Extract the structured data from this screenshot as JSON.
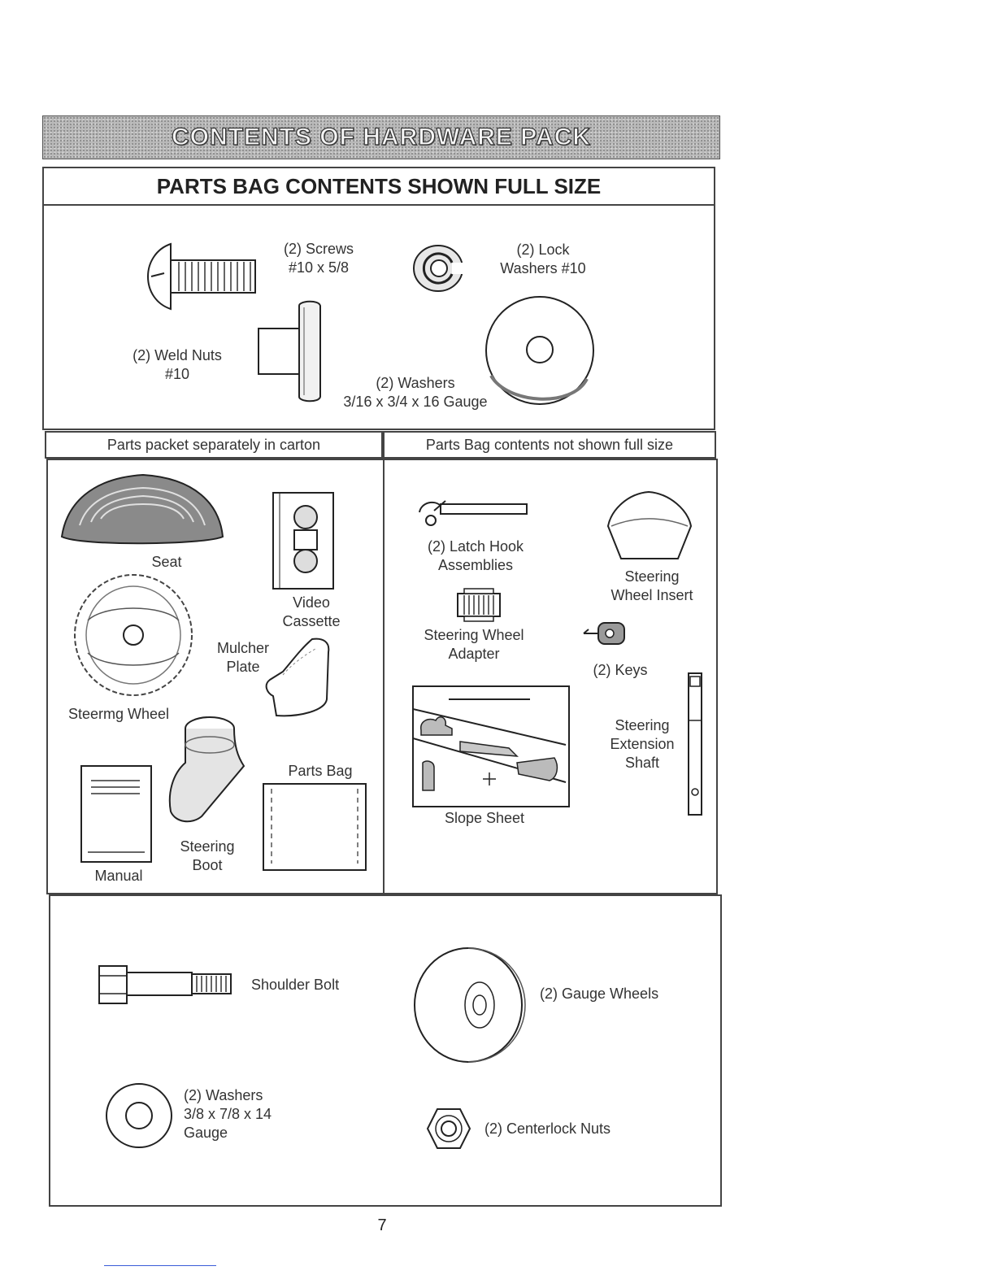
{
  "banner": "CONTENTS OF HARDWARE PACK",
  "full_size": {
    "title": "PARTS BAG CONTENTS SHOWN FULL SIZE",
    "screws": [
      "(2) Screws",
      "#10 x 5/8"
    ],
    "lock_washers": [
      "(2) Lock",
      "Washers #10"
    ],
    "weld_nuts": [
      "(2) Weld Nuts",
      "#10"
    ],
    "washers": [
      "(2) Washers",
      "3/16 x 3/4 x 16 Gauge"
    ]
  },
  "left_section": {
    "header": "Parts packet separately in carton",
    "seat": "Seat",
    "video": [
      "Video",
      "Cassette"
    ],
    "steering_wheel": "Steermg Wheel",
    "mulcher": [
      "Mulcher",
      "Plate"
    ],
    "parts_bag": "Parts Bag",
    "manual": "Manual",
    "steering_boot": [
      "Steering",
      "Boot"
    ]
  },
  "right_section": {
    "header": "Parts Bag contents not shown full size",
    "latch_hook": [
      "(2) Latch Hook",
      "Assemblies"
    ],
    "wheel_insert": [
      "Steering",
      "Wheel Insert"
    ],
    "wheel_adapter": [
      "Steering Wheel",
      "Adapter"
    ],
    "keys": "(2) Keys",
    "extension_shaft": [
      "Steering",
      "Extension",
      "Shaft"
    ],
    "slope_sheet": "Slope Sheet"
  },
  "bottom_section": {
    "shoulder_bolt": "Shoulder Bolt",
    "gauge_wheels": "(2) Gauge Wheels",
    "washers": [
      "(2) Washers",
      "3/8 x 7/8 x 14",
      "Gauge"
    ],
    "centerlock_nuts": "(2) Centerlock Nuts"
  },
  "page_number": "7"
}
